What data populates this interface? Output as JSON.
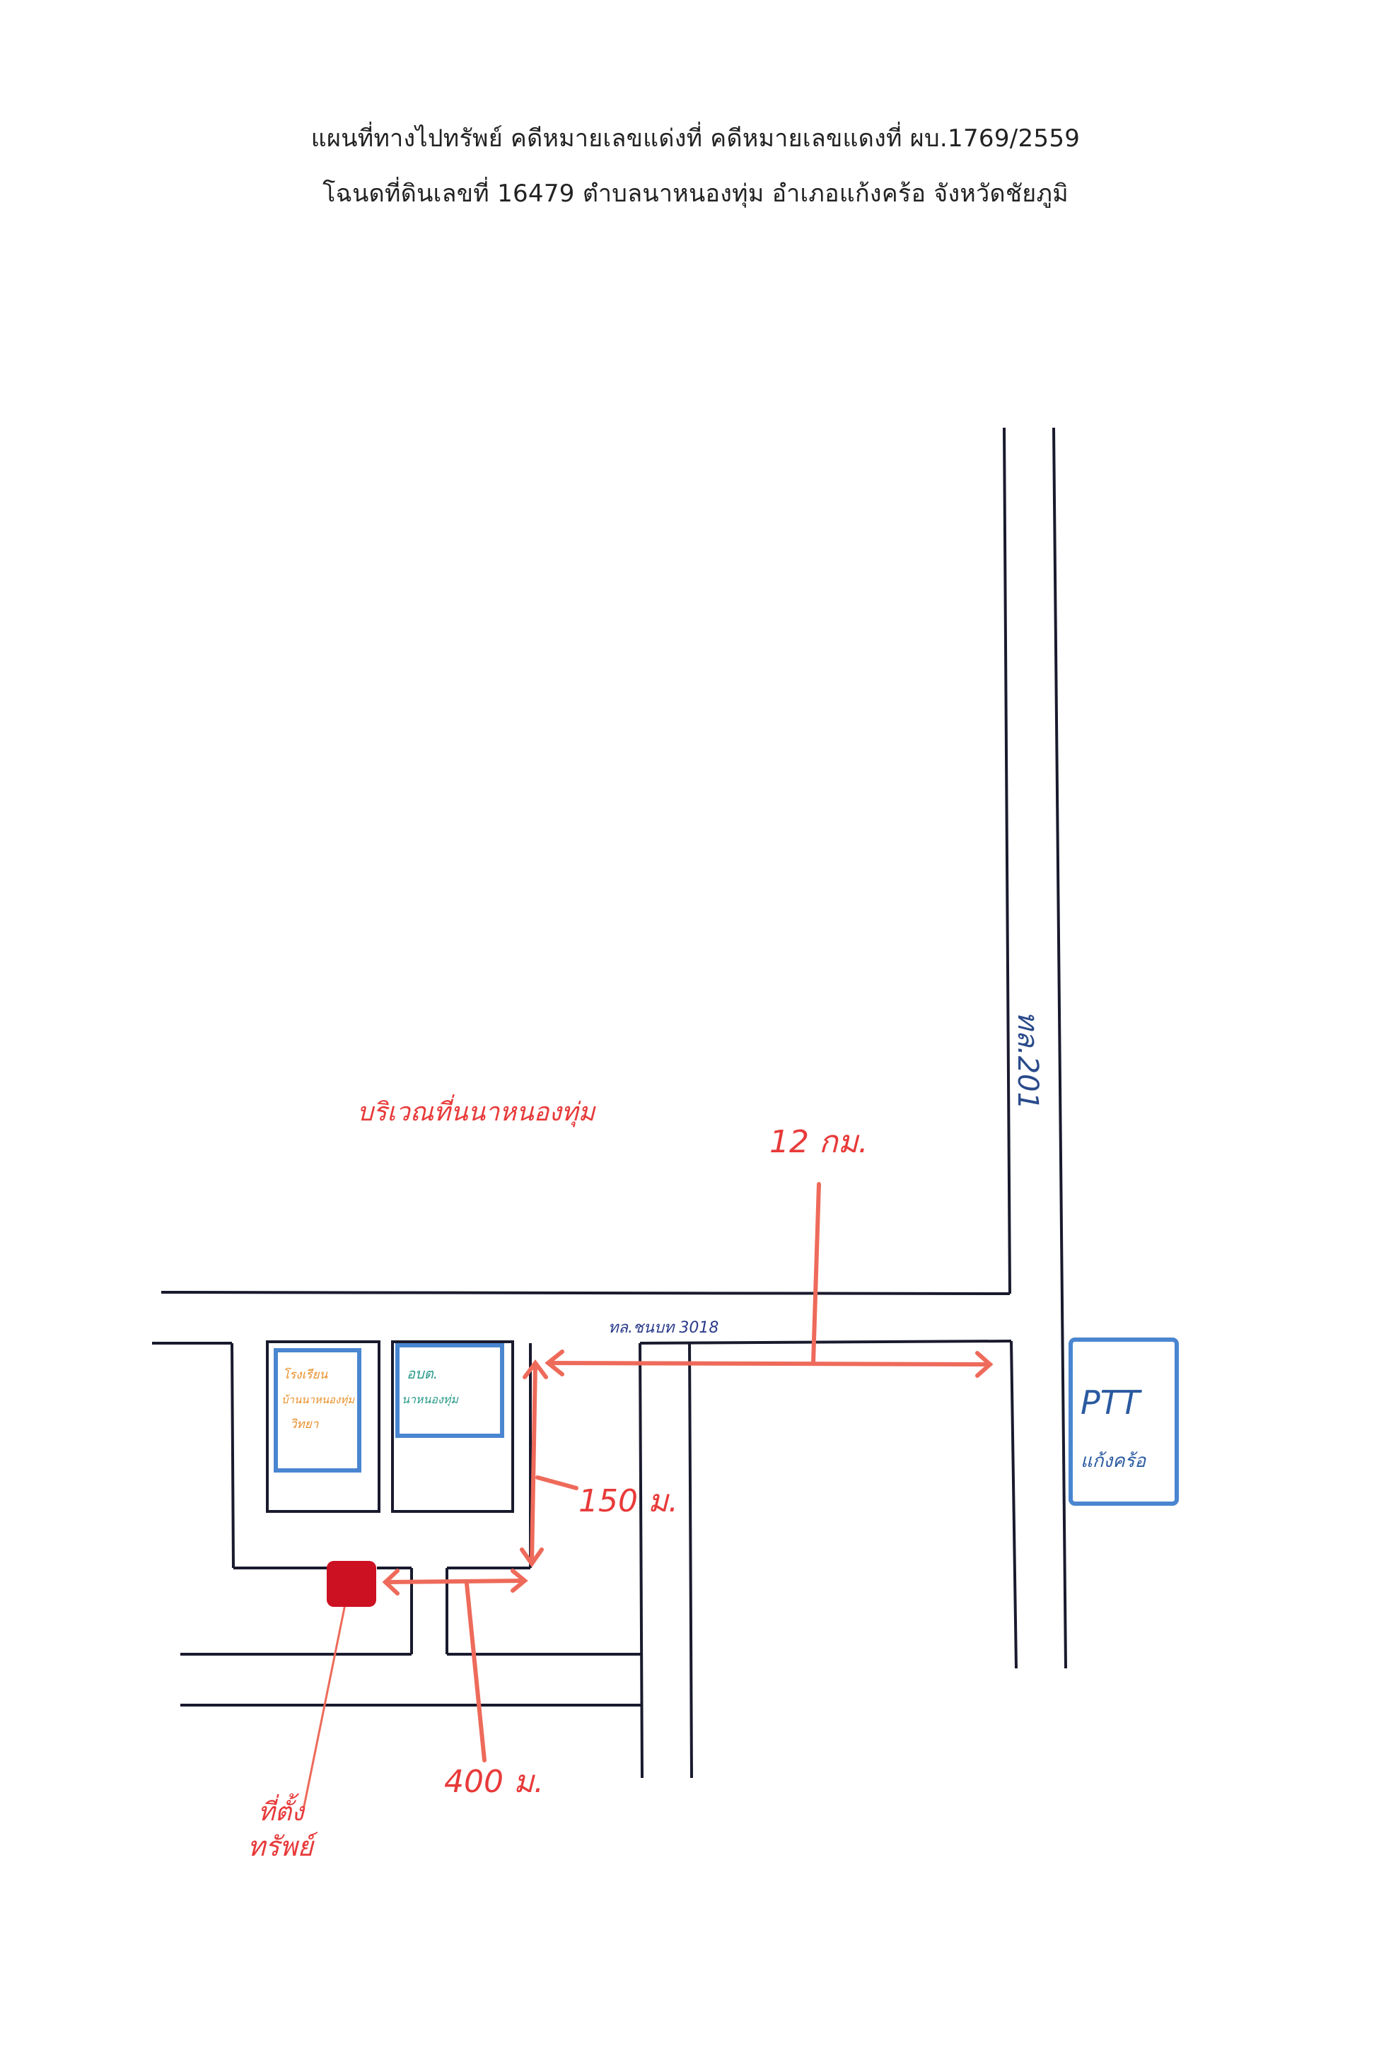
{
  "header": {
    "line1": "แผนที่ทางไปทรัพย์ คดีหมายเลขแด่งที่ คดีหมายเลขแดงที่ ผบ.1769/2559",
    "line2": "โฉนดที่ดินเลขที่ 16479 ตำบลนาหนองทุ่ม อำเภอแก้งคร้อ จังหวัดชัยภูมิ"
  },
  "map": {
    "highway_label": "ทล.201",
    "side_road_label": "ทล.ชนบท 3018",
    "area_label": "บริเวณที่นนาหนองทุ่ม",
    "distance_12km": "12 กม.",
    "distance_150m": "150 ม.",
    "distance_400m": "400 ม.",
    "station_label_1": "PTT",
    "station_label_2": "แก้งคร้อ",
    "box1_label_1": "โรงเรียน",
    "box1_label_2": "บ้านนาหนองทุ่ม",
    "box1_label_3": "วิทยา",
    "box2_label_1": "อบต.",
    "box2_label_2": "นาหนองทุ่ม",
    "property_label_1": "ที่ตั้ง",
    "property_label_2": "ทรัพย์"
  },
  "colors": {
    "road": "#1a1a2e",
    "route": "#ee6a5a",
    "label_red": "#e83a3a",
    "box_blue": "#4a86d0",
    "text_orange": "#e8902a",
    "text_teal": "#2a9a8a",
    "property": "#cc1122"
  }
}
